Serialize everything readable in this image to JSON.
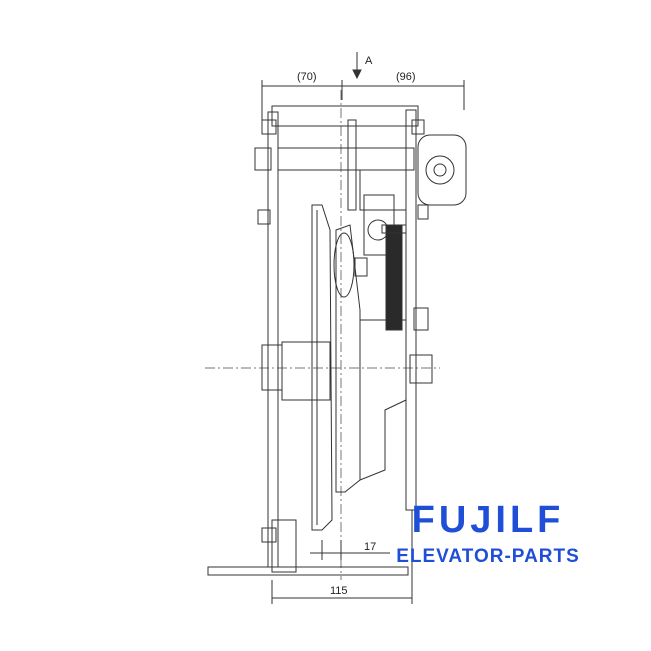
{
  "drawing": {
    "view_label": "A",
    "dim_left": "(70)",
    "dim_right": "(96)",
    "dim_bottom": "115",
    "dim_small": "17"
  },
  "brand": {
    "logo": "FUJILF",
    "subtitle": "ELEVATOR-PARTS",
    "color": "#1f4fd6"
  }
}
